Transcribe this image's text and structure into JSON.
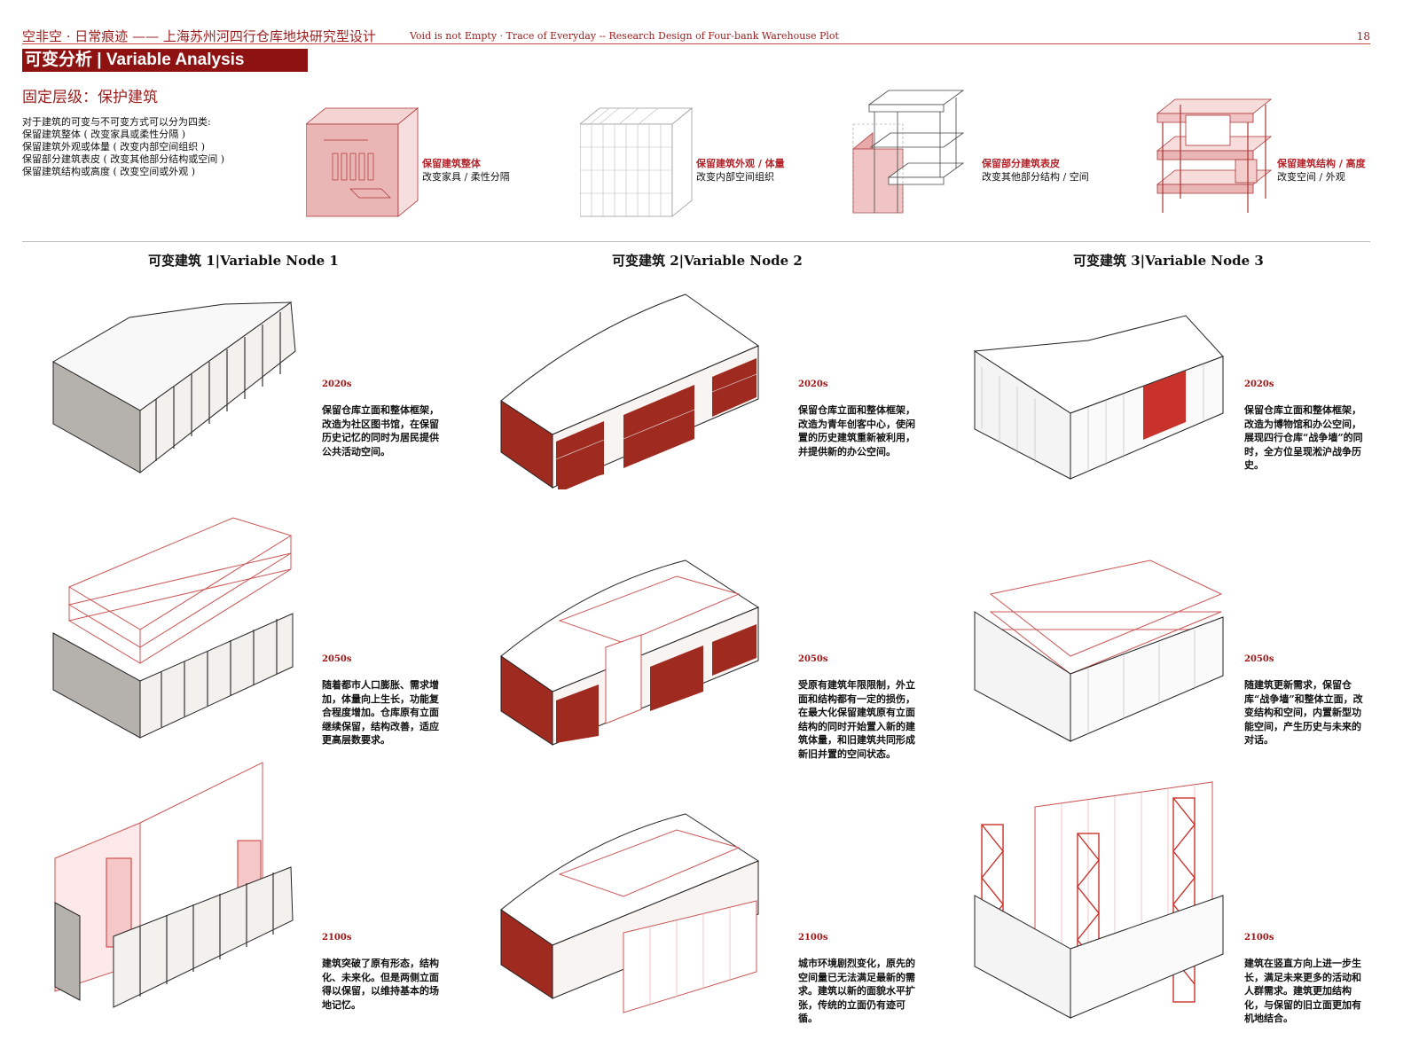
{
  "header": {
    "title": "空非空 · 日常痕迹 —— 上海苏州河四行仓库地块研究型设计",
    "subtitle": "Void is not Empty · Trace of Everyday -- Research Design of Four-bank Warehouse Plot",
    "page": "18"
  },
  "section": {
    "title": "可变分析 | Variable Analysis",
    "level": "固定层级：保护建筑",
    "intro": [
      "对于建筑的可变与不可变方式可以分为四类:",
      "保留建筑整体 ( 改变家具或柔性分隔 )",
      "保留建筑外观或体量 ( 改变内部空间组织 )",
      "保留部分建筑表皮 ( 改变其他部分结构或空间 )",
      "保留建筑结构或高度 ( 改变空间或外观 )"
    ]
  },
  "categories": [
    {
      "title": "保留建筑整体",
      "detail": "改变家具 / 柔性分隔"
    },
    {
      "title": "保留建筑外观 / 体量",
      "detail": "改变内部空间组织"
    },
    {
      "title": "保留部分建筑表皮",
      "detail": "改变其他部分结构 / 空间"
    },
    {
      "title": "保留建筑结构 / 高度",
      "detail": "改变空间 / 外观"
    }
  ],
  "nodes": [
    {
      "title": "可变建筑 1|Variable Node 1",
      "stages": [
        {
          "year": "2020s",
          "text": "保留仓库立面和整体框架，改造为社区图书馆，在保留历史记忆的同时为居民提供公共活动空间。"
        },
        {
          "year": "2050s",
          "text": "随着都市人口膨胀、需求增加，体量向上生长，功能复合程度增加。仓库原有立面继续保留，结构改善，适应更高层数要求。"
        },
        {
          "year": "2100s",
          "text": "建筑突破了原有形态，结构化、未来化。但是两侧立面得以保留，以维持基本的场地记忆。"
        }
      ]
    },
    {
      "title": "可变建筑 2|Variable Node 2",
      "stages": [
        {
          "year": "2020s",
          "text": "保留仓库立面和整体框架，改造为青年创客中心，使闲置的历史建筑重新被利用，并提供新的办公空间。"
        },
        {
          "year": "2050s",
          "text": "受原有建筑年限限制，外立面和结构都有一定的损伤，在最大化保留建筑原有立面结构的同时开始置入新的建筑体量，和旧建筑共同形成新旧并置的空间状态。"
        },
        {
          "year": "2100s",
          "text": "城市环境剧烈变化，原先的空间量已无法满足最新的需求。建筑以新的面貌水平扩张，传统的立面仍有迹可循。"
        }
      ]
    },
    {
      "title": "可变建筑 3|Variable Node 3",
      "stages": [
        {
          "year": "2020s",
          "text": "保留仓库立面和整体框架，改造为博物馆和办公空间，展现四行仓库“战争墙”的同时，全方位呈现淞沪战争历史。"
        },
        {
          "year": "2050s",
          "text": "随建筑更新需求，保留仓库“战争墙”和整体立面，改变结构和空间，内置新型功能空间，产生历史与未来的对话。"
        },
        {
          "year": "2100s",
          "text": "建筑在竖直方向上进一步生长，满足未来更多的活动和人群需求。建筑更加结构化，与保留的旧立面更加有机地结合。"
        }
      ]
    }
  ],
  "colors": {
    "accent": "#9b1c1c",
    "brick": "#9e2a20",
    "line": "#c0392b",
    "gray": "#b5b2ad"
  }
}
